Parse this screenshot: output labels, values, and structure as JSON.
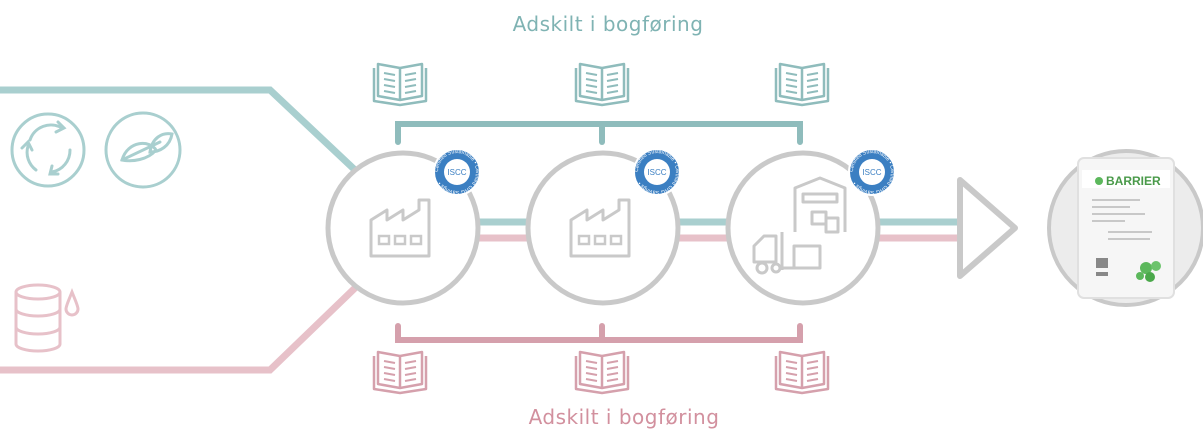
{
  "labels": {
    "top": "Adskilt i bogføring",
    "bottom": "Adskilt i bogføring"
  },
  "badge": {
    "center_text": "ISCC",
    "ring_text": "Certified Sustainable • Certified GHG Savings •"
  },
  "product": {
    "brand": "BARRIER"
  },
  "colors": {
    "teal": "#a9cfcf",
    "teal_dark": "#8fbcbc",
    "pink": "#e7c1c9",
    "pink_dark": "#d5a0ac",
    "grey": "#c9c9c9",
    "badge_blue": "#3b7fc2",
    "green": "#5cb85c"
  },
  "icons": {
    "inputs_top": [
      "recycle-icon",
      "leaf-icon"
    ],
    "inputs_bottom": [
      "oil-barrel-icon",
      "oil-drop-icon"
    ],
    "stations": [
      "factory-icon",
      "factory-icon",
      "warehouse-forklift-icon"
    ],
    "ledgers": [
      "book-icon",
      "book-icon",
      "book-icon"
    ]
  }
}
